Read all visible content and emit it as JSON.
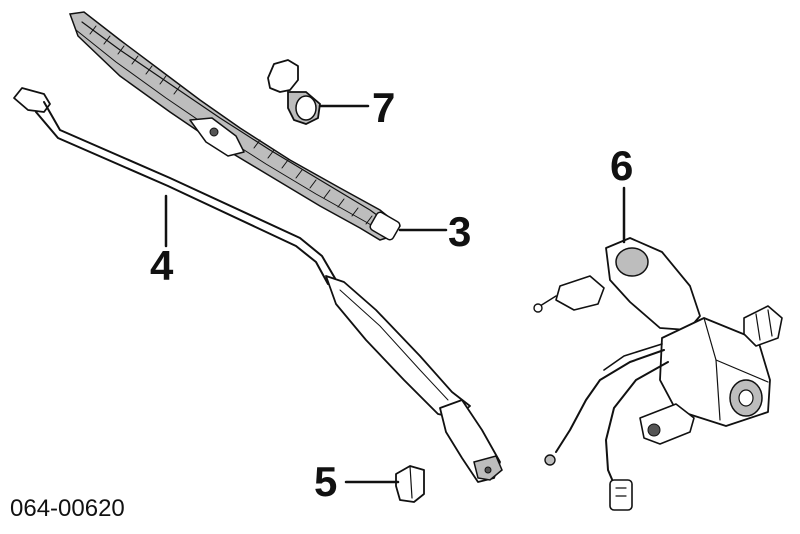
{
  "diagram": {
    "part_number": "064-00620",
    "callouts": [
      {
        "id": "3",
        "label": "3"
      },
      {
        "id": "4",
        "label": "4"
      },
      {
        "id": "5",
        "label": "5"
      },
      {
        "id": "6",
        "label": "6"
      },
      {
        "id": "7",
        "label": "7"
      }
    ]
  }
}
